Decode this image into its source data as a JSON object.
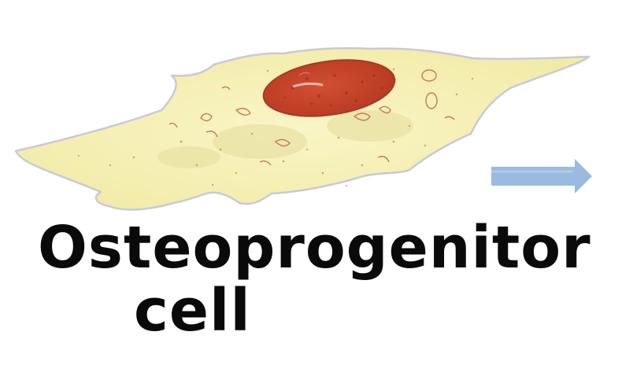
{
  "label": {
    "line1": "Osteoprogenitor",
    "line2": "cell"
  },
  "illustration": {
    "subject": "osteoprogenitor-cell",
    "icons": [
      "cell-illustration",
      "nucleus-shape",
      "arrow-right-icon"
    ]
  },
  "colors": {
    "cytoplasm_fill": "#f6f1b8",
    "cytoplasm_outline": "#c9c9d8",
    "nucleus_fill": "#c8432a",
    "nucleus_speckle": "#8e2a18",
    "organelle": "#c77a5a",
    "arrow_fill": "#8fb3dc",
    "text": "#0a0a0a",
    "background": "#ffffff"
  }
}
